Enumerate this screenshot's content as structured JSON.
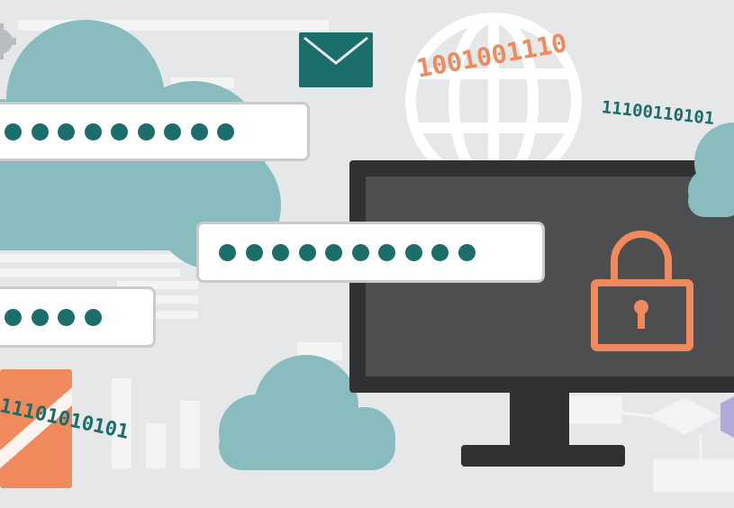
{
  "colors": {
    "background": "#e6e7e8",
    "teal_cloud": "#88bcbf",
    "dark_teal": "#1c6e6b",
    "orange": "#f08a5d",
    "monitor_frame": "#2f3133",
    "monitor_screen": "#4d4e50",
    "field_border": "#c9cbcd",
    "white": "#ffffff"
  },
  "password_fields": [
    {
      "id": "top-left",
      "dot_count": 9
    },
    {
      "id": "center",
      "dot_count": 10
    },
    {
      "id": "lower-left",
      "dot_count": 4
    }
  ],
  "binary_texts": {
    "globe": "1001001110",
    "right": "11100110101",
    "bottom_left": "11101010101"
  },
  "icons": [
    "envelope-icon",
    "globe-icon",
    "padlock-icon",
    "monitor-icon",
    "cloud-icon",
    "gear-icon",
    "flowchart-icon",
    "bar-chart-icon"
  ]
}
